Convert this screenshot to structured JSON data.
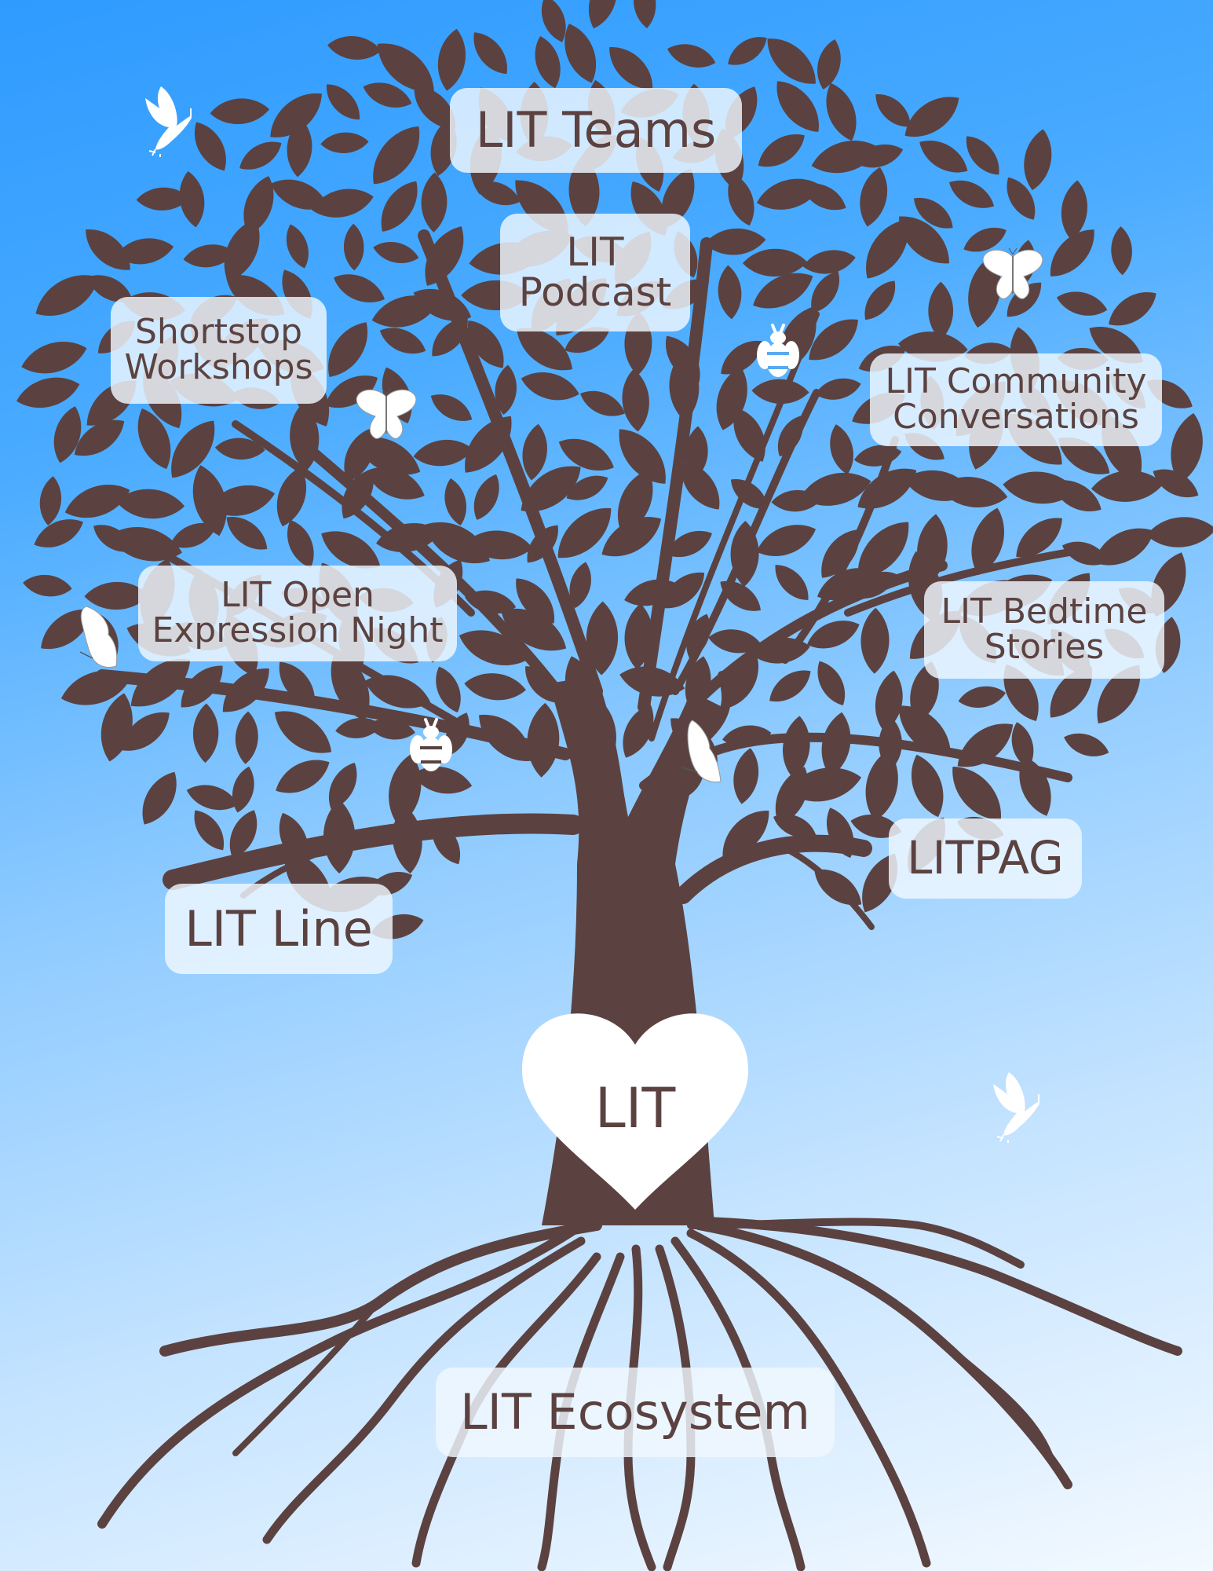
{
  "diagram": {
    "type": "tree-infographic",
    "root": {
      "label": "LIT"
    },
    "roots_label": "LIT Ecosystem",
    "branches": [
      {
        "id": "teams",
        "lines": [
          "LIT Teams"
        ]
      },
      {
        "id": "podcast",
        "lines": [
          "LIT",
          "Podcast"
        ]
      },
      {
        "id": "shortstop",
        "lines": [
          "Shortstop",
          "Workshops"
        ]
      },
      {
        "id": "community",
        "lines": [
          "LIT Community",
          "Conversations"
        ]
      },
      {
        "id": "open-expression",
        "lines": [
          "LIT Open",
          "Expression Night"
        ]
      },
      {
        "id": "bedtime",
        "lines": [
          "LIT Bedtime",
          "Stories"
        ]
      },
      {
        "id": "litpag",
        "lines": [
          "LITPAG"
        ]
      },
      {
        "id": "line",
        "lines": [
          "LIT Line"
        ]
      }
    ],
    "decorations": [
      "bird-icon",
      "bird-icon",
      "butterfly-icon",
      "butterfly-icon",
      "butterfly-icon",
      "butterfly-icon",
      "bee-icon",
      "bee-icon"
    ]
  },
  "colors": {
    "tree": "#5b4240",
    "label_bg": "#f0f8ff",
    "text": "#5b4240",
    "sky_top": "#2f9bff",
    "sky_bottom": "#f3f9ff",
    "heart": "#ffffff"
  }
}
